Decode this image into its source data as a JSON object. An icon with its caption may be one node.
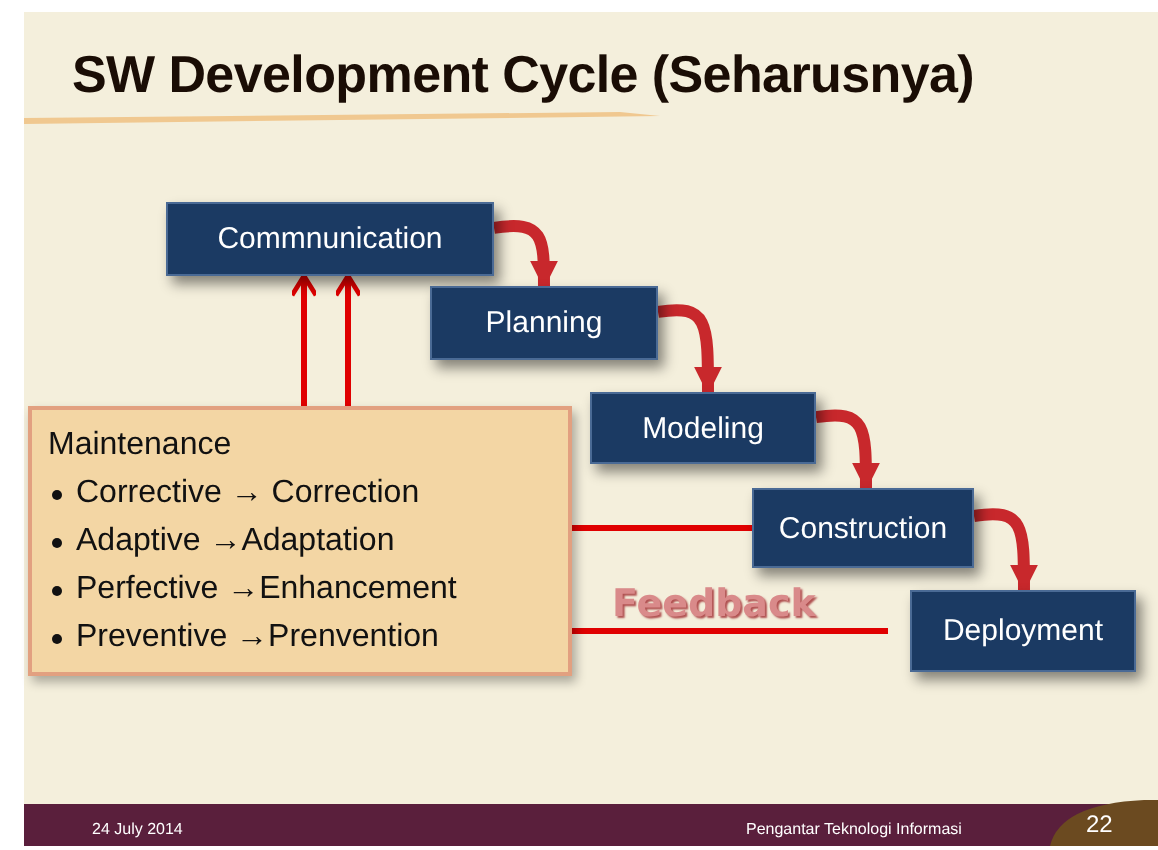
{
  "diagram": {
    "title": "SW Development Cycle (Seharusnya)",
    "nodes": [
      {
        "text": [
          "Commnunication"
        ]
      },
      {
        "text": [
          "Planning"
        ]
      },
      {
        "text": [
          "Modeling"
        ]
      },
      {
        "text": [
          "Construction"
        ]
      },
      {
        "text": [
          "Deployment"
        ]
      },
      {
        "text": [
          "Maintenance",
          "Corrective → Correction",
          "Adaptive →Adaptation",
          "Perfective →Enhancement",
          "Preventive →Prenvention"
        ]
      }
    ],
    "edges": [
      {
        "from": 0,
        "to": 1,
        "arrow": "to",
        "style": "thick"
      },
      {
        "from": 1,
        "to": 2,
        "arrow": "to",
        "style": "thick"
      },
      {
        "from": 2,
        "to": 3,
        "arrow": "to",
        "style": "thick"
      },
      {
        "from": 3,
        "to": 4,
        "arrow": "to",
        "style": "thick"
      },
      {
        "from": 5,
        "to": 0,
        "arrow": "to"
      },
      {
        "from": 5,
        "to": 0,
        "arrow": "to"
      },
      {
        "from": 3,
        "to": 5,
        "arrow": "none"
      },
      {
        "from": 4,
        "to": 5,
        "arrow": "none",
        "label": "Feedback"
      }
    ],
    "labels": [
      "24 July 2014",
      "Pengantar Teknologi Informasi",
      "22"
    ]
  }
}
